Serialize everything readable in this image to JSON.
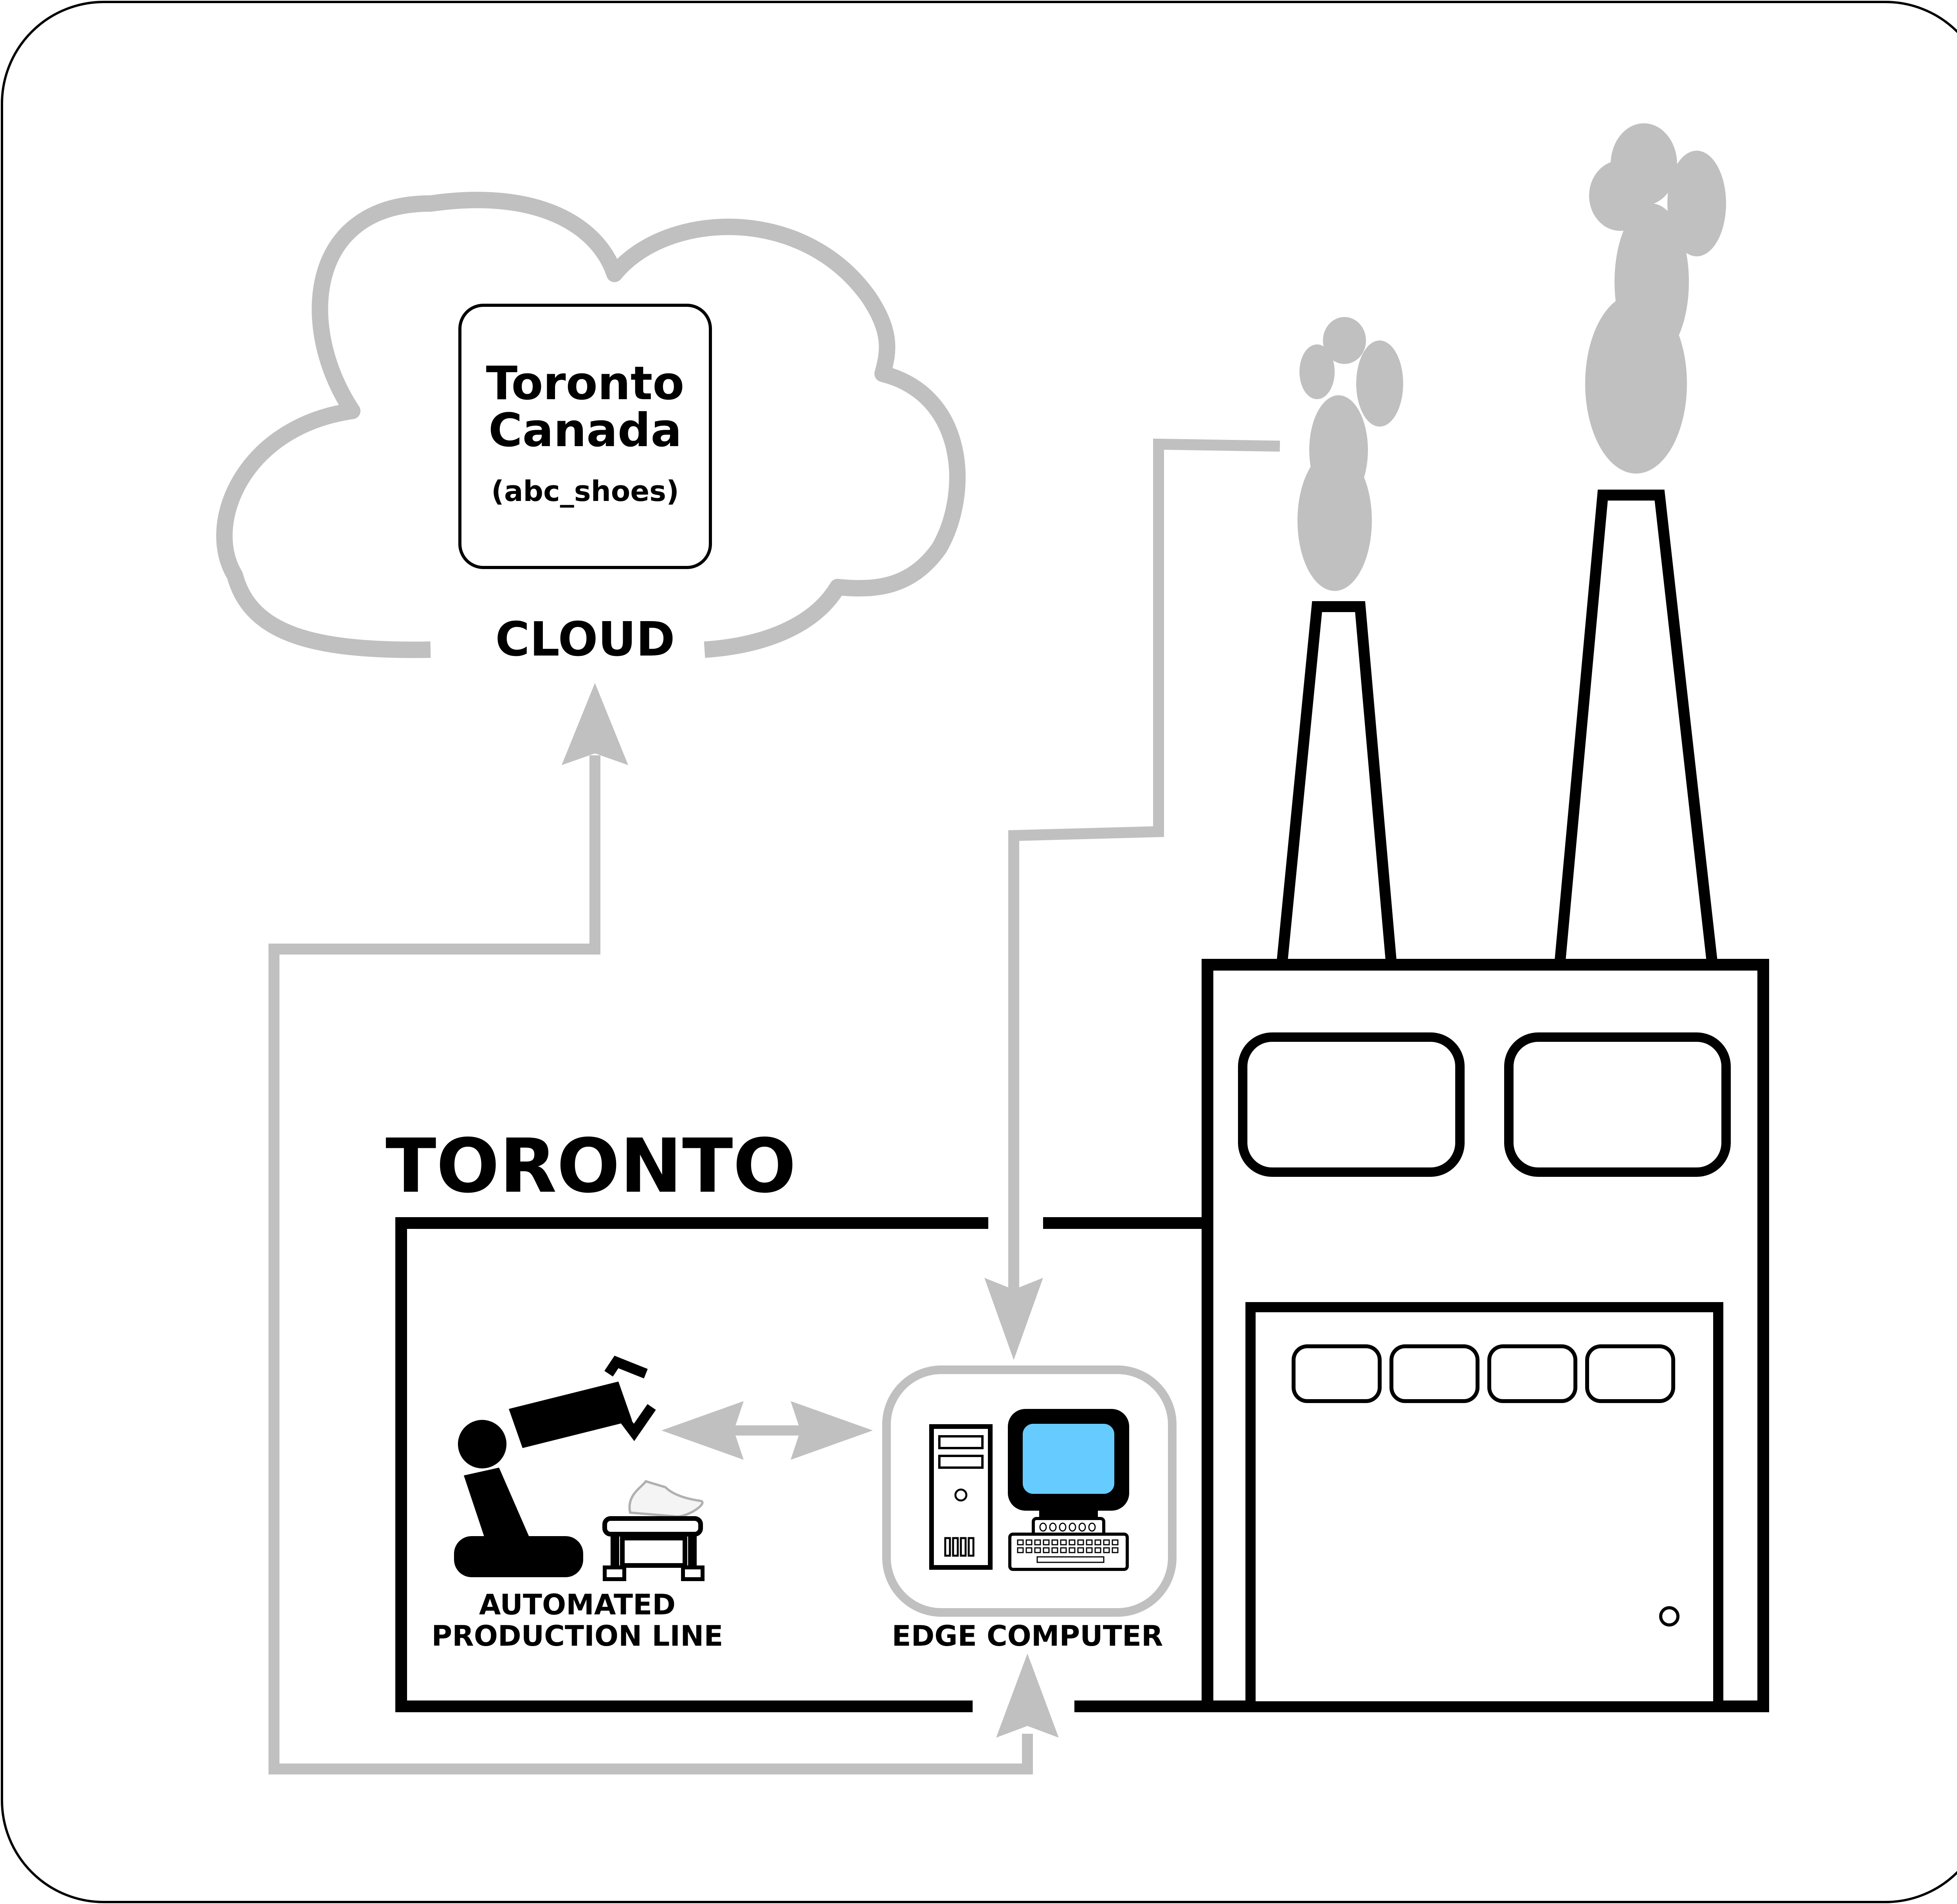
{
  "cloud": {
    "location_line1": "Toronto",
    "location_line2": "Canada",
    "account": "(abc_shoes)",
    "label": "CLOUD"
  },
  "site": {
    "label": "TORONTO"
  },
  "production_line": {
    "label_line1": "AUTOMATED",
    "label_line2": "PRODUCTION LINE"
  },
  "edge_computer": {
    "label": "EDGE COMPUTER"
  },
  "colors": {
    "arrow": "#c0c0c0",
    "outline": "#000000",
    "screen": "#66ccff",
    "smoke": "#c0c0c0"
  },
  "icons": [
    "cloud-icon",
    "factory-icon",
    "robot-arm-icon",
    "shoe-icon",
    "conveyor-icon",
    "desktop-computer-icon",
    "keyboard-icon"
  ]
}
